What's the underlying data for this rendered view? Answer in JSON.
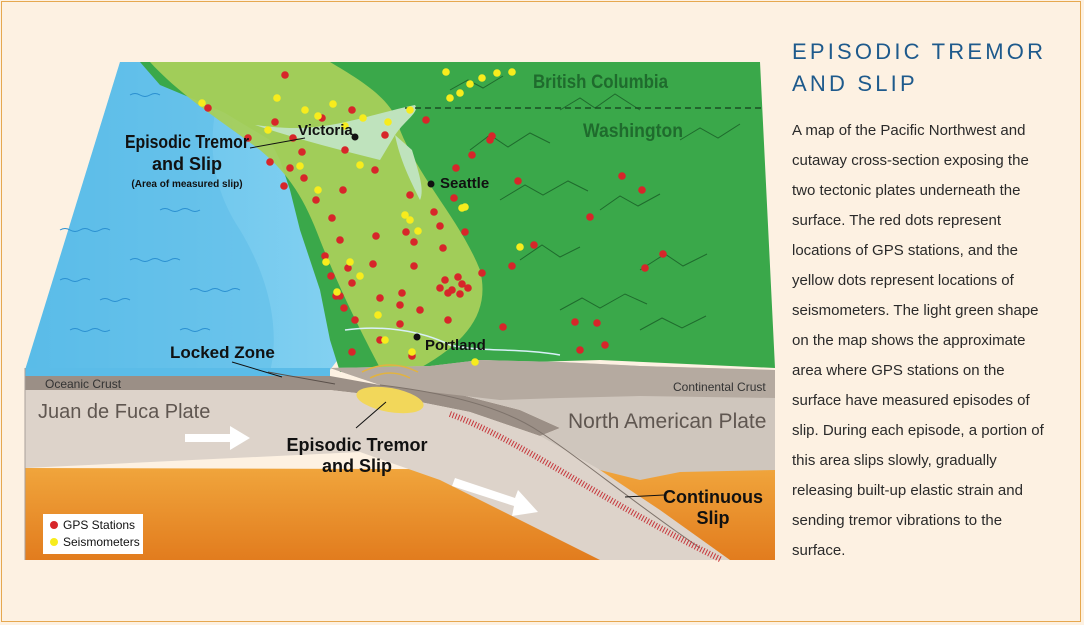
{
  "sidebar": {
    "title": "EPISODIC TREMOR AND SLIP",
    "description": "A map of the Pacific Northwest and cutaway cross-section exposing the two tectonic plates underneath the surface. The red dots represent locations of GPS stations, and the yellow dots represent locations of seismometers. The light green shape on the map shows the approximate area where GPS stations on the surface have measured episodes of slip. During each episode, a portion of this area slips slowly, gradually releasing built-up elastic strain and sending tremor vibrations to the surface."
  },
  "map_labels": {
    "british_columbia": "British Columbia",
    "washington": "Washington",
    "victoria": "Victoria",
    "seattle": "Seattle",
    "portland": "Portland",
    "ets_line1": "Episodic Tremor",
    "ets_line2": "and Slip",
    "ets_sub": "(Area of measured slip)"
  },
  "section_labels": {
    "locked_zone": "Locked Zone",
    "oceanic_crust": "Oceanic Crust",
    "continental_crust": "Continental Crust",
    "juan_de_fuca": "Juan de Fuca Plate",
    "north_american": "North American Plate",
    "ets_line1": "Episodic Tremor",
    "ets_line2": "and Slip",
    "continuous_line1": "Continuous",
    "continuous_line2": "Slip"
  },
  "legend": {
    "gps": "GPS Stations",
    "seismometers": "Seismometers"
  },
  "colors": {
    "gps_dot": "#d7262a",
    "seismometer_dot": "#f7ec1d",
    "ocean": "#6cc4ec",
    "land": "#3aa84a",
    "slip_area": "#a6cf5a"
  }
}
